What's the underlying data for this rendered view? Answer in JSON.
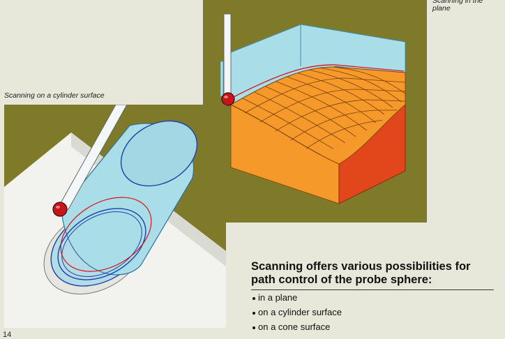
{
  "captions": {
    "cylinder": "Scanning on a cylinder surface",
    "plane": "Scanning in the plane"
  },
  "headline": "Scanning offers various possibilities for path control of the probe sphere:",
  "bullets": [
    "in a plane",
    "on a cylinder surface",
    "on a cone surface"
  ],
  "page_number": "14",
  "colors": {
    "panel_bg": "#7e7a2a",
    "page_bg": "#e8e8da",
    "surface_orange": "#f59a2a",
    "side_red": "#e2471c",
    "glass_blue": "#a8dde8",
    "probe_red": "#c8141a"
  }
}
